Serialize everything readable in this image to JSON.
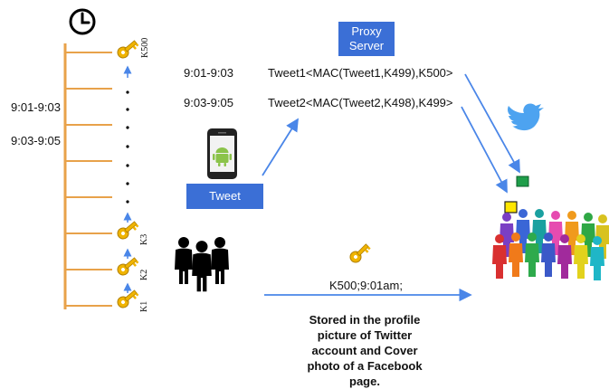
{
  "proxy_server": {
    "line1": "Proxy",
    "line2": "Server"
  },
  "tweet_button": "Tweet",
  "timeline": {
    "left_times": [
      "9:01-9:03",
      "9:03-9:05"
    ],
    "keys": [
      "K500",
      "K3",
      "K2",
      "K1"
    ]
  },
  "messages": [
    {
      "time": "9:01-9:03",
      "content": "Tweet1<MAC(Tweet1,K499),K500>"
    },
    {
      "time": "9:03-9:05",
      "content": "Tweet2<MAC(Tweet2,K498),K499>"
    }
  ],
  "key_release": "K500;9:01am;",
  "storage_note": [
    "Stored in the profile",
    "picture of Twitter",
    "account and Cover",
    "photo of a Facebook",
    "page."
  ],
  "colors": {
    "timeline": "#e8a24a",
    "arrow": "#4a86e8",
    "box": "#3b6fd6",
    "key": "#f0b400",
    "twitter": "#4da3f0",
    "android": "#8bc34a"
  }
}
